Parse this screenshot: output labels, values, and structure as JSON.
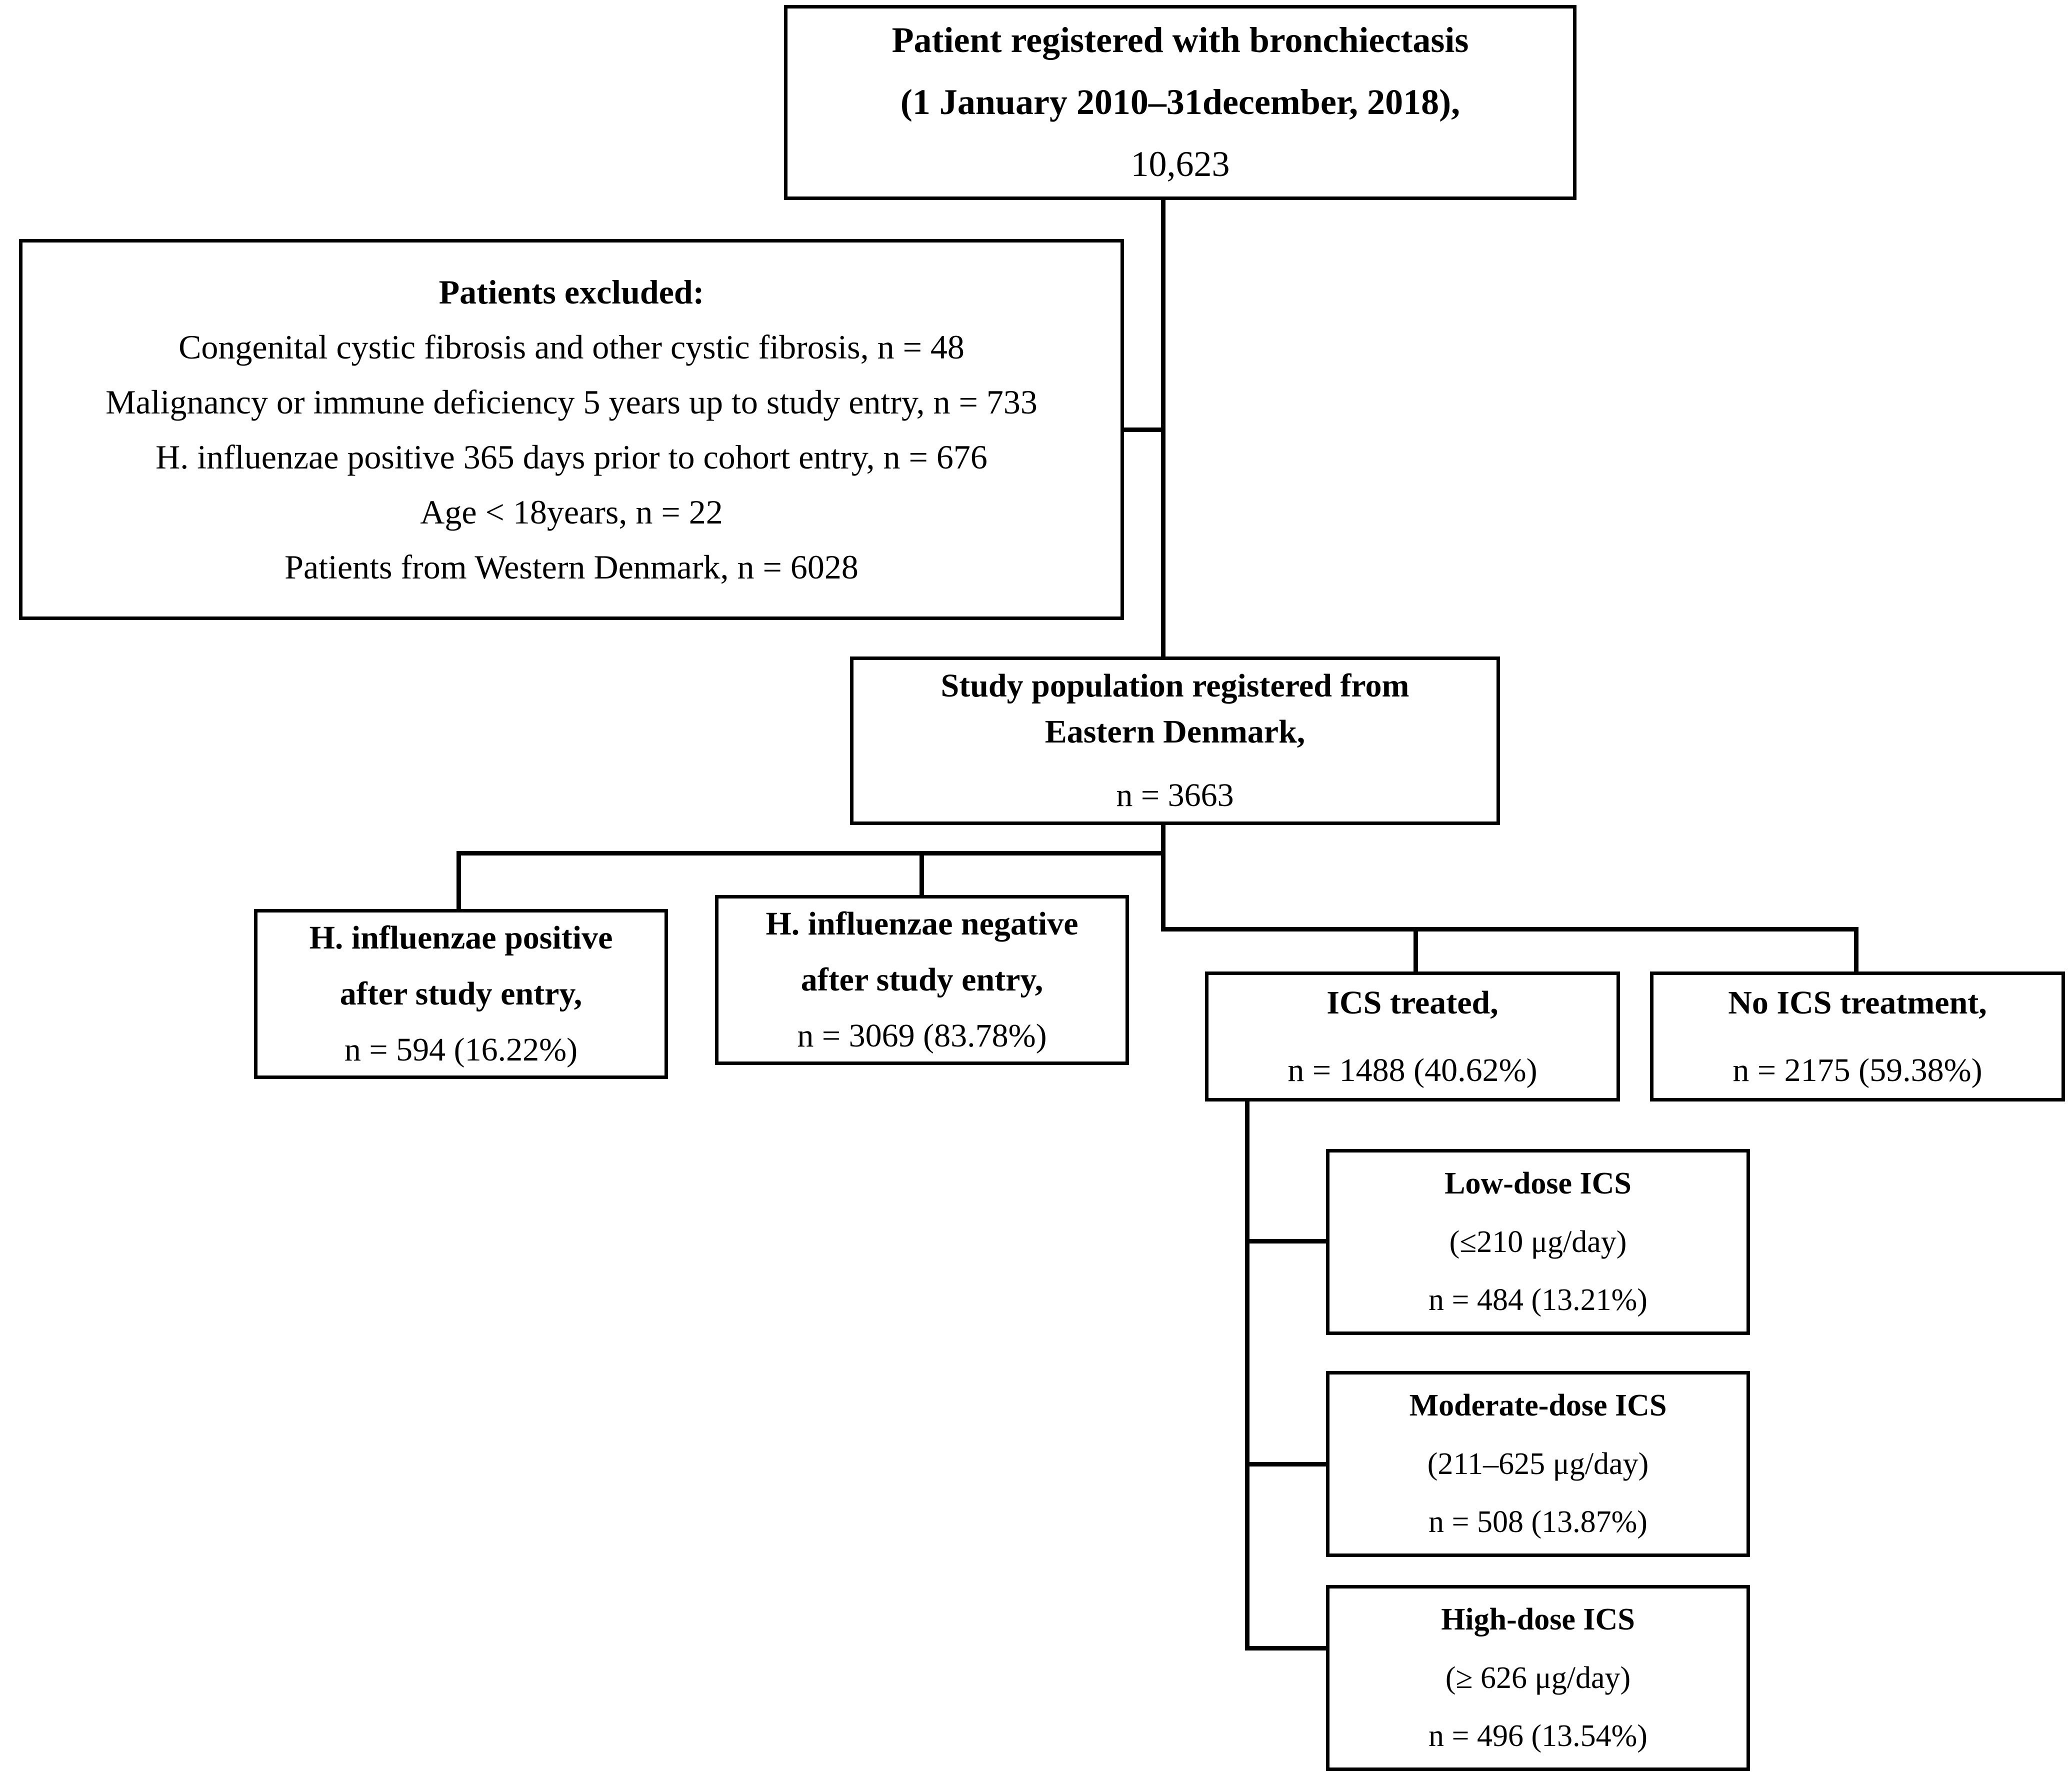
{
  "figure": {
    "type": "flowchart",
    "title": "Study population flow diagram",
    "orientation": "top-down"
  },
  "nodes": {
    "source_cohort": {
      "line1": "Patient registered with bronchiectasis",
      "line2": "(1 January 2010–31december, 2018),",
      "line3": "10,623"
    },
    "exclusions": {
      "heading": "Patients excluded:",
      "items": [
        "Congenital cystic fibrosis and other cystic fibrosis, n = 48",
        "Malignancy or immune deficiency 5 years up to study entry, n = 733",
        "H. influenzae positive 365 days prior to cohort entry, n = 676",
        "Age < 18years, n = 22",
        "Patients from Western Denmark, n = 6028"
      ]
    },
    "study_population": {
      "line1": "Study population registered from",
      "line2": "Eastern Denmark,",
      "line3": "n = 3663"
    },
    "hi_positive": {
      "line1": "H. influenzae positive",
      "line2": "after study entry,",
      "line3": "n = 594 (16.22%)"
    },
    "hi_negative": {
      "line1": "H. influenzae negative",
      "line2": "after study entry,",
      "line3": "n = 3069 (83.78%)"
    },
    "ics_treated": {
      "line1": "ICS treated,",
      "line2": "n = 1488 (40.62%)"
    },
    "no_ics": {
      "line1": "No ICS treatment,",
      "line2": "n = 2175 (59.38%)"
    },
    "low_dose": {
      "line1": "Low-dose ICS",
      "line2": "(≤210 μg/day)",
      "line3": "n = 484 (13.21%)"
    },
    "moderate_dose": {
      "line1": "Moderate-dose ICS",
      "line2": "(211–625 μg/day)",
      "line3": "n = 508 (13.87%)"
    },
    "high_dose": {
      "line1": "High-dose ICS",
      "line2": "(≥ 626 μg/day)",
      "line3": "n = 496 (13.54%)"
    }
  },
  "chart_data": {
    "type": "flowchart",
    "title": "Study population flow diagram",
    "counts": {
      "registered_bronchiectasis": 10623,
      "excluded_cystic_fibrosis": 48,
      "excluded_malignancy_immune_deficiency": 733,
      "excluded_h_influenzae_prior": 676,
      "excluded_age_under_18": 22,
      "excluded_western_denmark": 6028,
      "study_population_eastern_denmark": 3663,
      "h_influenzae_positive_after_entry": 594,
      "h_influenzae_negative_after_entry": 3069,
      "ics_treated": 1488,
      "no_ics_treatment": 2175,
      "low_dose_ics": 484,
      "moderate_dose_ics": 508,
      "high_dose_ics": 496
    },
    "percentages": {
      "h_influenzae_positive_after_entry": 16.22,
      "h_influenzae_negative_after_entry": 83.78,
      "ics_treated": 40.62,
      "no_ics_treatment": 59.38,
      "low_dose_ics": 13.21,
      "moderate_dose_ics": 13.87,
      "high_dose_ics": 13.54
    },
    "dose_ranges": {
      "low_dose_ics": "≤210 μg/day",
      "moderate_dose_ics": "211–625 μg/day",
      "high_dose_ics": "≥ 626 μg/day"
    },
    "study_period": "1 January 2010–31december, 2018",
    "colors": {
      "stroke": "#000000",
      "fill": "#ffffff",
      "text": "#000000"
    }
  }
}
